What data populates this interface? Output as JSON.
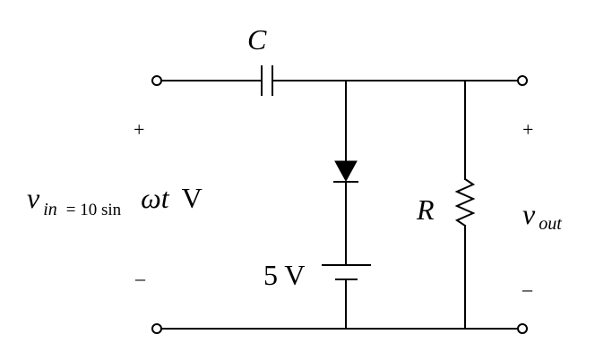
{
  "labels": {
    "capacitor": "C",
    "resistor": "R",
    "source_voltage": "5 V",
    "vin_symbol": "v",
    "vin_sub": "in",
    "vin_expr": "= 10 sin",
    "vin_omega_t": "ωt",
    "vin_unit": "V",
    "vout_symbol": "v",
    "vout_sub": "out",
    "plus": "+",
    "minus": "–"
  }
}
